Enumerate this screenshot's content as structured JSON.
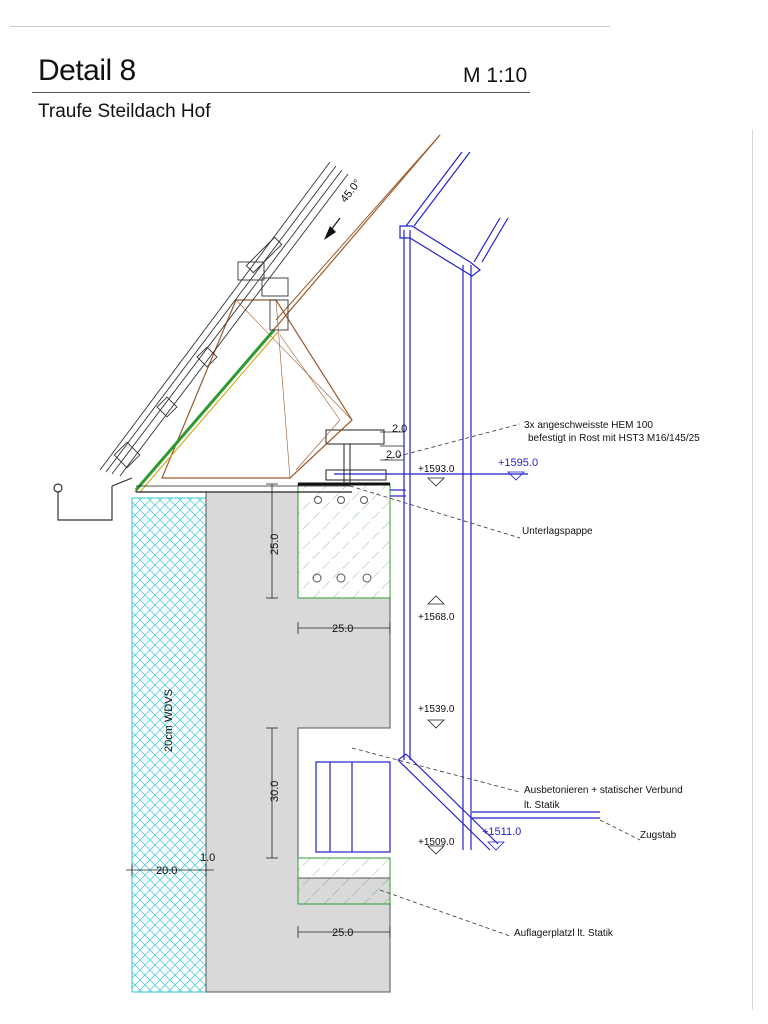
{
  "header": {
    "title": "Detail 8",
    "scale": "M 1:10",
    "subtitle": "Traufe Steildach Hof"
  },
  "colors": {
    "structure_blue": "#2323c8",
    "timber_brown": "#9c5a2a",
    "concrete_grey": "#d9d9d9",
    "insulation_cyan": "#36c6d6",
    "annotation_dark": "#222222",
    "green_layer": "#2f9a2f"
  },
  "drawing": {
    "roof_pitch": "45.0°",
    "dimensions": {
      "d_2_0_a": "2.0",
      "d_2_0_b": "2.0",
      "d_25_0_v": "25.0",
      "d_25_0_h1": "25.0",
      "d_30_0_v": "30.0",
      "d_20_0": "20.0",
      "d_1_0": "1.0",
      "d_25_0_h2": "25.0"
    },
    "levels": {
      "l1593": "+1593.0",
      "l1595": "+1595.0",
      "l1568": "+1568.0",
      "l1539": "+1539.0",
      "l1509": "+1509.0",
      "l1511": "+1511.0"
    },
    "labels": {
      "hem_line1": "3x angeschweisste HEM 100",
      "hem_line2": "befestigt in Rost mit HST3 M16/145/25",
      "unterlagspappe": "Unterlagspappe",
      "ausbetonieren_line1": "Ausbetonieren + statischer Verbund",
      "ausbetonieren_line2": "lt. Statik",
      "zugstab": "Zugstab",
      "auflager": "Auflagerplatzl lt. Statik",
      "wdvs": "20cm WDVS"
    }
  }
}
